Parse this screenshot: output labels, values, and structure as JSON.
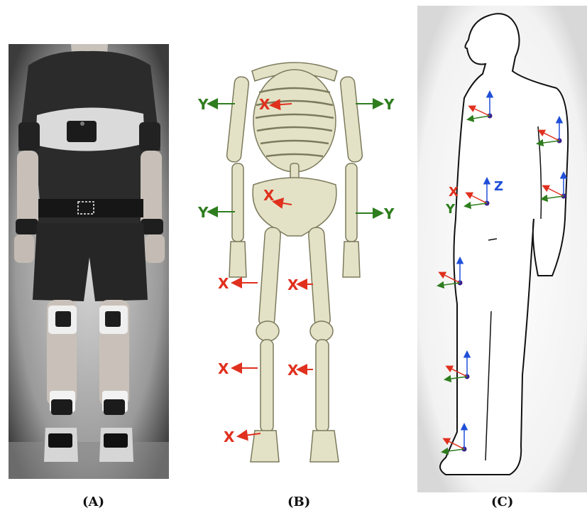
{
  "panels": [
    {
      "id": "A",
      "caption": "(A)"
    },
    {
      "id": "B",
      "caption": "(B)"
    },
    {
      "id": "C",
      "caption": "(C)"
    }
  ],
  "axis_labels": {
    "x": "X",
    "y": "Y",
    "z": "Z"
  },
  "colors": {
    "x_axis": "#e0301e",
    "y_axis": "#2e7d1e",
    "z_axis": "#1f4fd8",
    "sensor_dot": "#3a1f8a",
    "bone": "#e4e2c6",
    "bone_outline": "#7c7a5c"
  }
}
